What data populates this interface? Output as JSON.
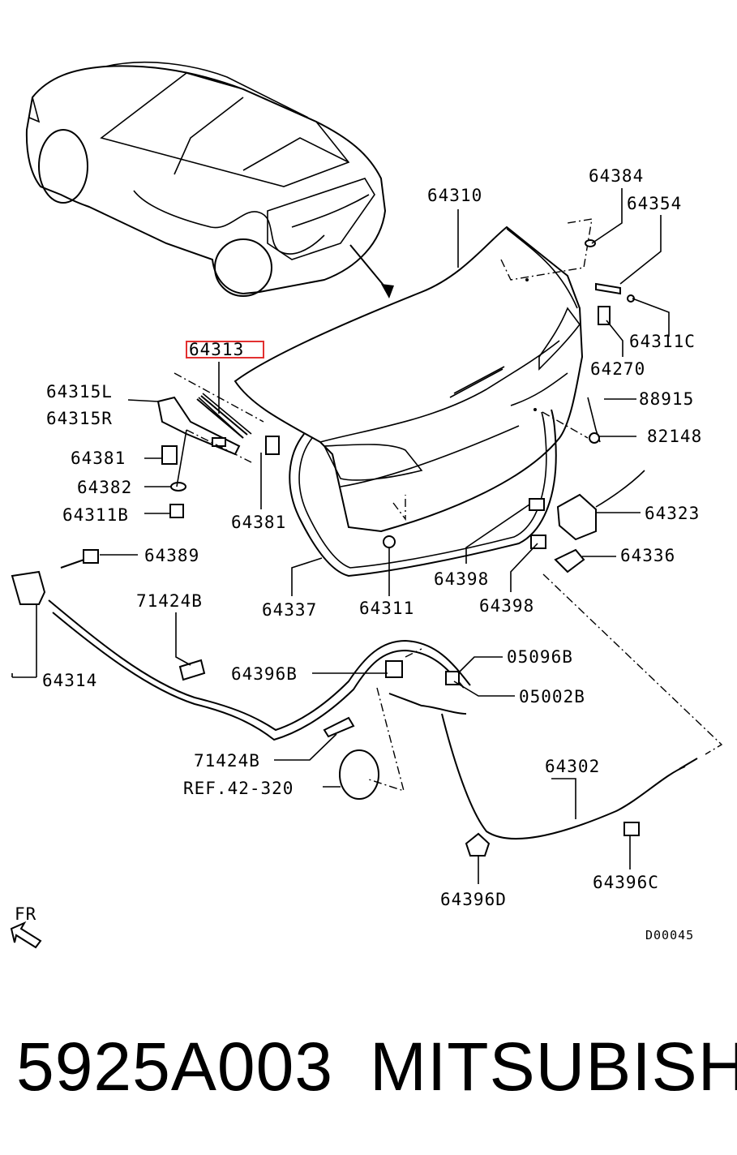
{
  "diagram": {
    "highlighted_part": "64313",
    "labels": {
      "p64384": "64384",
      "p64354": "64354",
      "p64310": "64310",
      "p64311C": "64311C",
      "p64270": "64270",
      "p64313": "64313",
      "p64315L": "64315L",
      "p64315R": "64315R",
      "p88915": "88915",
      "p82148": "82148",
      "p64381a": "64381",
      "p64382": "64382",
      "p64311B": "64311B",
      "p64381b": "64381",
      "p64323": "64323",
      "p64389": "64389",
      "p64336": "64336",
      "p64398a": "64398",
      "p64398b": "64398",
      "p71424Ba": "71424B",
      "p64337": "64337",
      "p64311": "64311",
      "p05096B": "05096B",
      "p64396B": "64396B",
      "p05002B": "05002B",
      "p64314": "64314",
      "p71424Bb": "71424B",
      "p64302": "64302",
      "ref": "REF.42-320",
      "p64396C": "64396C",
      "p64396D": "64396D",
      "fr": "FR",
      "code": "D00045"
    }
  },
  "footer": {
    "part_number": "5925A003",
    "brand": "MITSUBISHI"
  }
}
